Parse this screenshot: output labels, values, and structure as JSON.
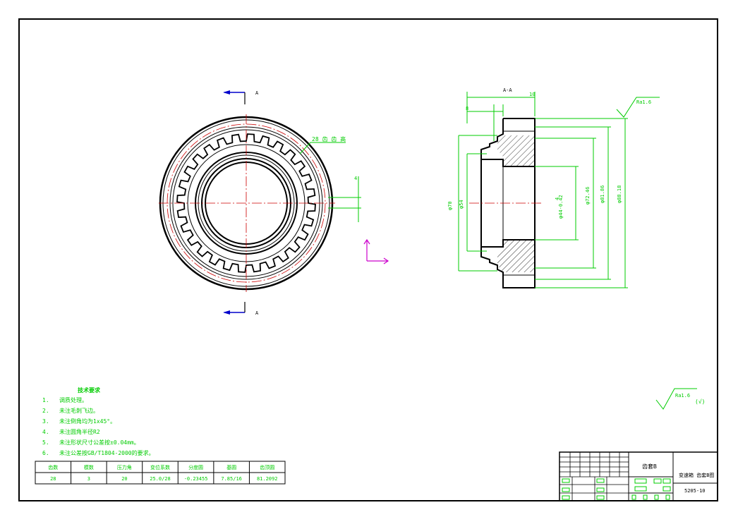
{
  "section_marks": {
    "top": "A",
    "bottom": "A"
  },
  "front_view": {
    "keyway_label": "28 齿 齿 高",
    "key_dim": "4"
  },
  "side_view": {
    "title": "A-A",
    "top_dim": "10",
    "left_dim": "8",
    "roughness_label": "Ra1.6",
    "dia_outer_left": "φ70",
    "dia_inner_left": "φ54",
    "dia_bore": "φ44-0.42",
    "dia_mid": "φ72.46",
    "dia_big": "φ81.86",
    "dia_outer": "φ88.18",
    "small_dim": "4"
  },
  "tech_requirements": {
    "title": "技术要求",
    "items": [
      {
        "num": "1.",
        "text": "调质处理。"
      },
      {
        "num": "2.",
        "text": "未注毛刺飞边。"
      },
      {
        "num": "3.",
        "text": "未注倒角均为1x45°。"
      },
      {
        "num": "4.",
        "text": "未注圆角半径R2"
      },
      {
        "num": "5.",
        "text": "未注形状尺寸公差按±0.04mm。"
      },
      {
        "num": "6.",
        "text": "未注公差按GB/T1804-2000的要求。"
      }
    ]
  },
  "gear_table": {
    "headers": [
      "齿数",
      "模数",
      "压力角",
      "变位系数",
      "分度圆",
      "基圆",
      "齿顶圆"
    ],
    "values": [
      "28",
      "3",
      "20",
      "25.0/28",
      "-0.23455",
      "7.85/16",
      "81.2092"
    ]
  },
  "surface_note": {
    "roughness": "Ra1.6",
    "suffix": "(√)"
  },
  "title_block": {
    "part_name": "齿套B",
    "drawing_title": "变速箱 齿套B图",
    "drawing_number": "5205-10"
  },
  "colors": {
    "frame": "#000000",
    "dimension": "#00cc00",
    "centerline": "#cc0000",
    "section_marker": "#0000cc",
    "ucs": "#cc00cc"
  }
}
